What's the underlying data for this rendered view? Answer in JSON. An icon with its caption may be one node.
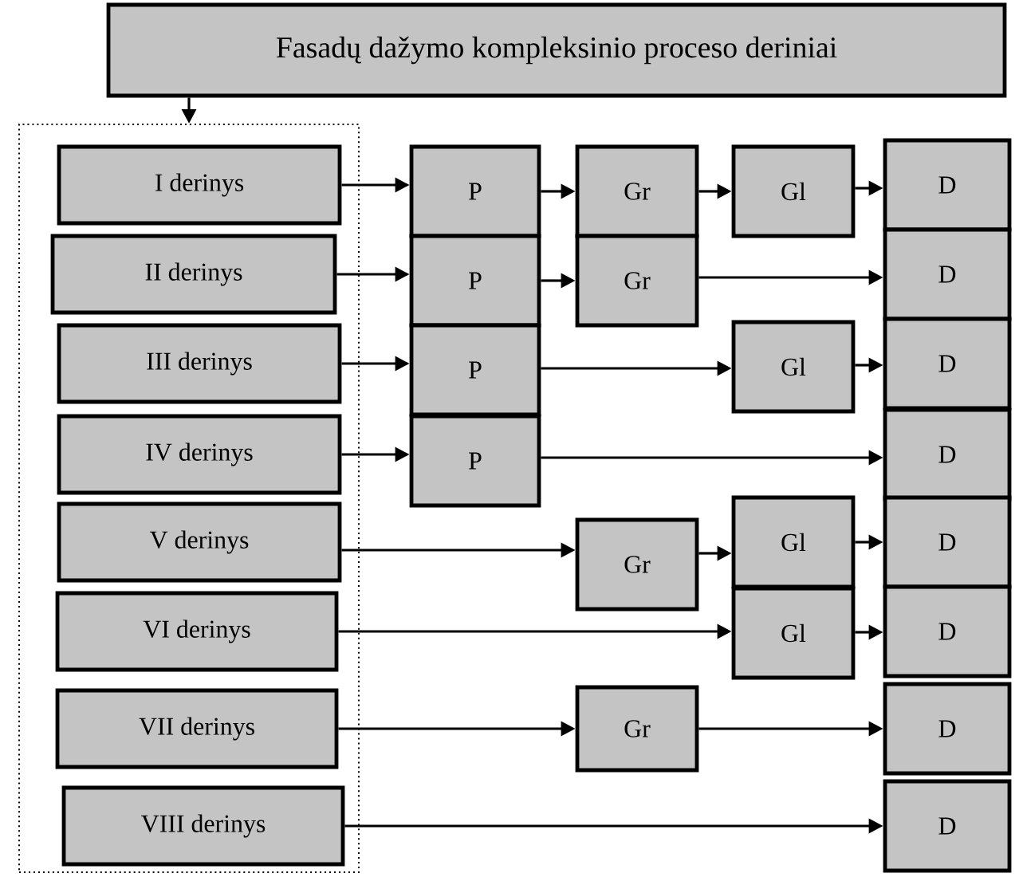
{
  "diagram": {
    "nodes": [
      {
        "text": [
          "Fasadų dažymo kompleksinio proceso deriniai"
        ]
      },
      {
        "text": [],
        "shape": "box"
      },
      {
        "text": [
          "I derinys"
        ],
        "in": 1
      },
      {
        "text": [
          "P"
        ]
      },
      {
        "text": [
          "Gr"
        ]
      },
      {
        "text": [
          "Gl"
        ]
      },
      {
        "text": [
          "D"
        ]
      },
      {
        "text": [
          "II derinys"
        ],
        "in": 1
      },
      {
        "text": [
          "P"
        ]
      },
      {
        "text": [
          "Gr"
        ]
      },
      {
        "text": [
          "D"
        ]
      },
      {
        "text": [
          "III derinys"
        ],
        "in": 1
      },
      {
        "text": [
          "P"
        ]
      },
      {
        "text": [
          "Gl"
        ]
      },
      {
        "text": [
          "D"
        ]
      },
      {
        "text": [
          "IV derinys"
        ],
        "in": 1
      },
      {
        "text": [
          "P"
        ]
      },
      {
        "text": [
          "D"
        ]
      },
      {
        "text": [
          "V derinys"
        ],
        "in": 1
      },
      {
        "text": [
          "Gr"
        ]
      },
      {
        "text": [
          "Gl"
        ]
      },
      {
        "text": [
          "D"
        ]
      },
      {
        "text": [
          "VI derinys"
        ],
        "in": 1
      },
      {
        "text": [
          "Gl"
        ]
      },
      {
        "text": [
          "D"
        ]
      },
      {
        "text": [
          "VII derinys"
        ],
        "in": 1
      },
      {
        "text": [
          "Gr"
        ]
      },
      {
        "text": [
          "D"
        ]
      },
      {
        "text": [
          "VIII derinys"
        ],
        "in": 1
      },
      {
        "text": [
          "D"
        ]
      }
    ],
    "edges": [
      {
        "from": 0,
        "to": 1,
        "arrow": "to"
      },
      {
        "from": 2,
        "to": 3,
        "arrow": "to"
      },
      {
        "from": 3,
        "to": 4,
        "arrow": "to"
      },
      {
        "from": 4,
        "to": 5,
        "arrow": "to"
      },
      {
        "from": 5,
        "to": 6,
        "arrow": "to"
      },
      {
        "from": 7,
        "to": 8,
        "arrow": "to"
      },
      {
        "from": 8,
        "to": 9,
        "arrow": "to"
      },
      {
        "from": 9,
        "to": 10,
        "arrow": "to"
      },
      {
        "from": 11,
        "to": 12,
        "arrow": "to"
      },
      {
        "from": 12,
        "to": 13,
        "arrow": "to"
      },
      {
        "from": 13,
        "to": 14,
        "arrow": "to"
      },
      {
        "from": 15,
        "to": 16,
        "arrow": "to"
      },
      {
        "from": 16,
        "to": 17,
        "arrow": "to"
      },
      {
        "from": 18,
        "to": 19,
        "arrow": "to"
      },
      {
        "from": 19,
        "to": 20,
        "arrow": "to"
      },
      {
        "from": 20,
        "to": 21,
        "arrow": "to"
      },
      {
        "from": 22,
        "to": 23,
        "arrow": "to"
      },
      {
        "from": 23,
        "to": 24,
        "arrow": "to"
      },
      {
        "from": 25,
        "to": 26,
        "arrow": "to"
      },
      {
        "from": 26,
        "to": 27,
        "arrow": "to"
      },
      {
        "from": 28,
        "to": 29,
        "arrow": "to"
      }
    ]
  }
}
